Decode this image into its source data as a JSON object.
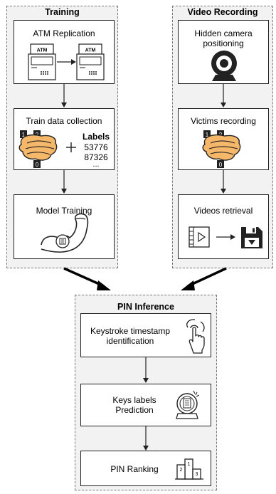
{
  "training": {
    "title": "Training",
    "atm_box": {
      "label": "ATM Replication",
      "atm_text": "ATM"
    },
    "collect_box": {
      "label": "Train data collection",
      "labels_heading": "Labels",
      "label_values": [
        "53776",
        "87326",
        "..."
      ]
    },
    "model_box": {
      "label": "Model Training"
    }
  },
  "video": {
    "title": "Video Recording",
    "camera_box": {
      "label_line1": "Hidden camera",
      "label_line2": "positioning"
    },
    "record_box": {
      "label": "Victims recording"
    },
    "retrieve_box": {
      "label": "Videos retrieval"
    }
  },
  "inference": {
    "title": "PIN Inference",
    "keystroke_box": {
      "label_line1": "Keystroke timestamp",
      "label_line2": "identification"
    },
    "predict_box": {
      "label_line1": "Keys labels",
      "label_line2": "Prediction"
    },
    "ranking_box": {
      "label": "PIN Ranking"
    }
  },
  "hand_keys": [
    "1",
    "2",
    "0"
  ],
  "podium_numbers": [
    "2",
    "1",
    "3"
  ],
  "colors": {
    "hand_fill": "#f5b769",
    "panel_bg": "#f2f2f2",
    "border": "#222222"
  }
}
